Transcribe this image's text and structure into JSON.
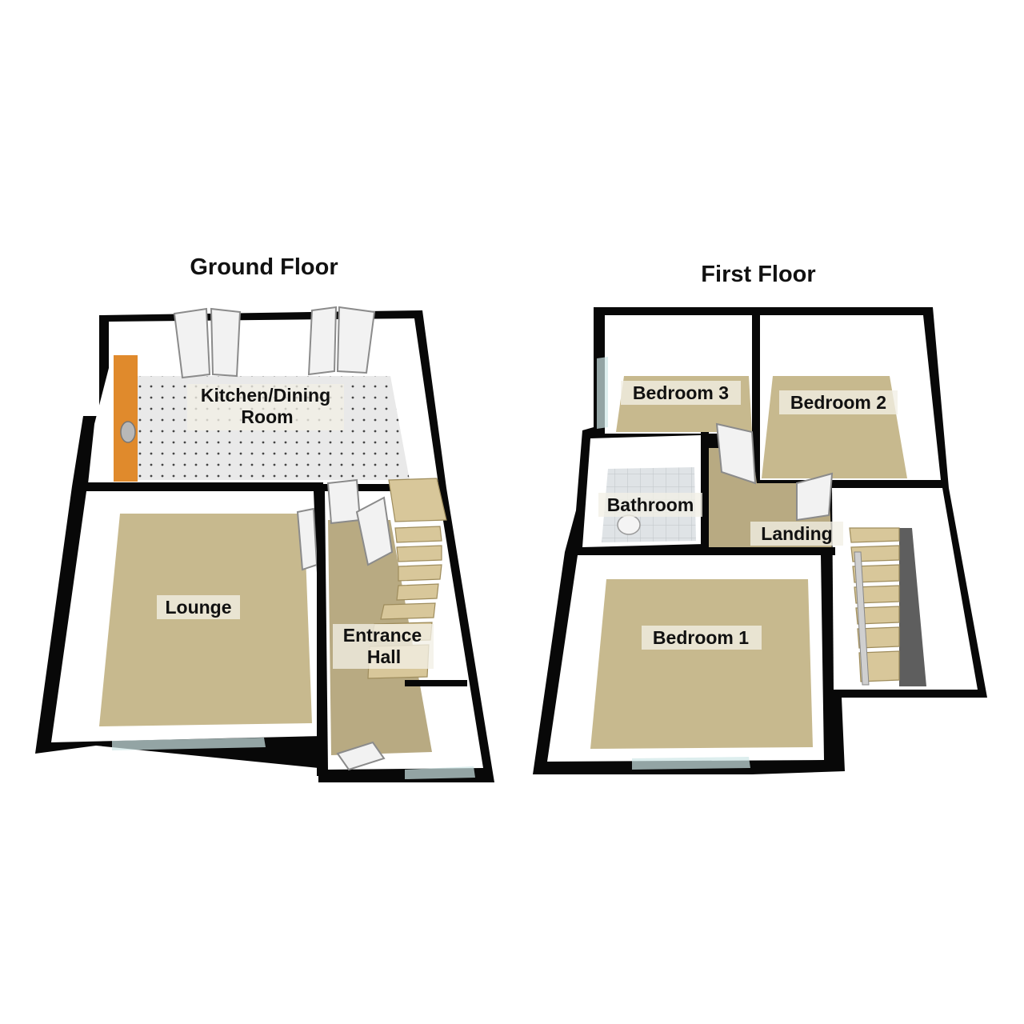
{
  "ground_floor": {
    "title": "Ground Floor",
    "rooms": {
      "kitchen_dining": [
        "Kitchen/Dining",
        "Room"
      ],
      "lounge": "Lounge",
      "entrance_hall": [
        "Entrance",
        "Hall"
      ]
    }
  },
  "first_floor": {
    "title": "First Floor",
    "rooms": {
      "bedroom_3": "Bedroom 3",
      "bedroom_2": "Bedroom 2",
      "bathroom": "Bathroom",
      "landing": "Landing",
      "bedroom_1": "Bedroom 1"
    }
  },
  "colors": {
    "walls": "#080808",
    "carpet": "#c7b98e",
    "kitchen_tiles": "#e7e7e7",
    "worktop": "#e08a2c"
  }
}
